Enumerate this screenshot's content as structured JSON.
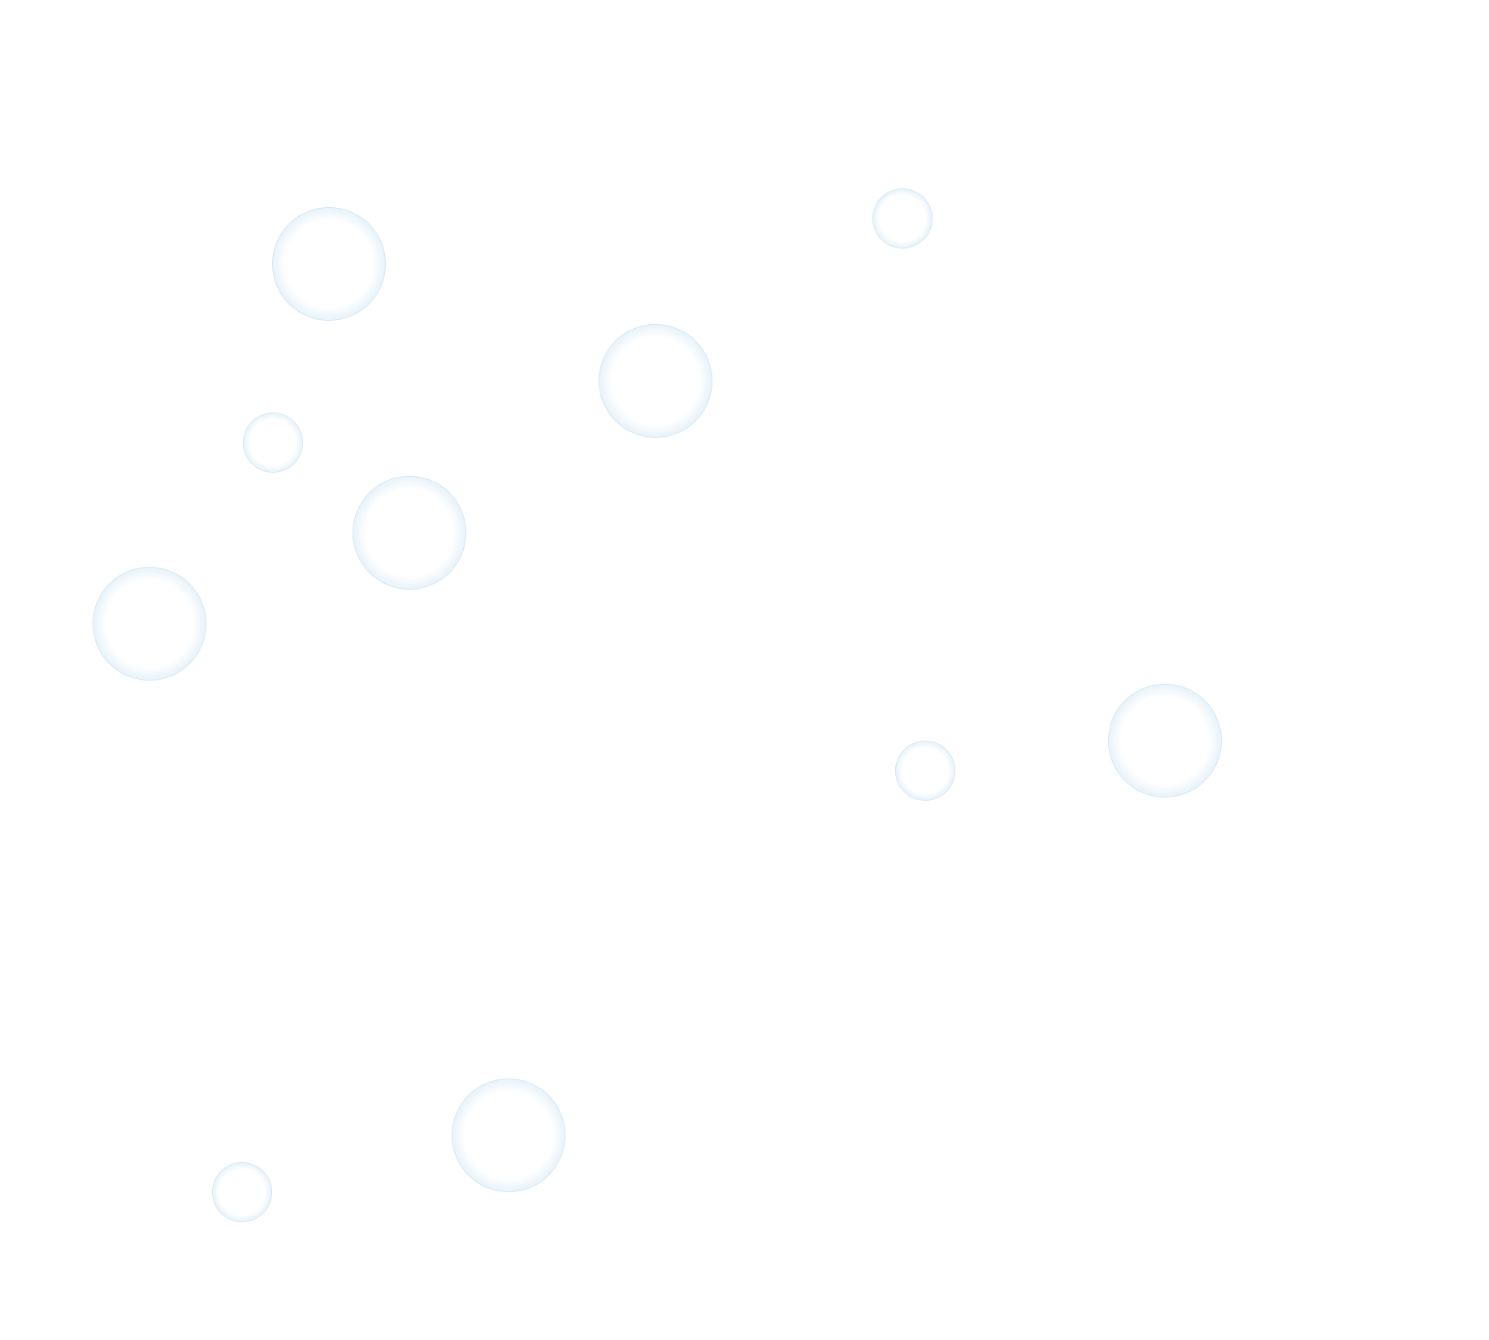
{
  "scene": {
    "background_color": "#ffffff",
    "bubble_rim_color": "#7fbadf",
    "bubble_count": 10,
    "large_bubbles": 6,
    "small_bubbles": 4
  }
}
